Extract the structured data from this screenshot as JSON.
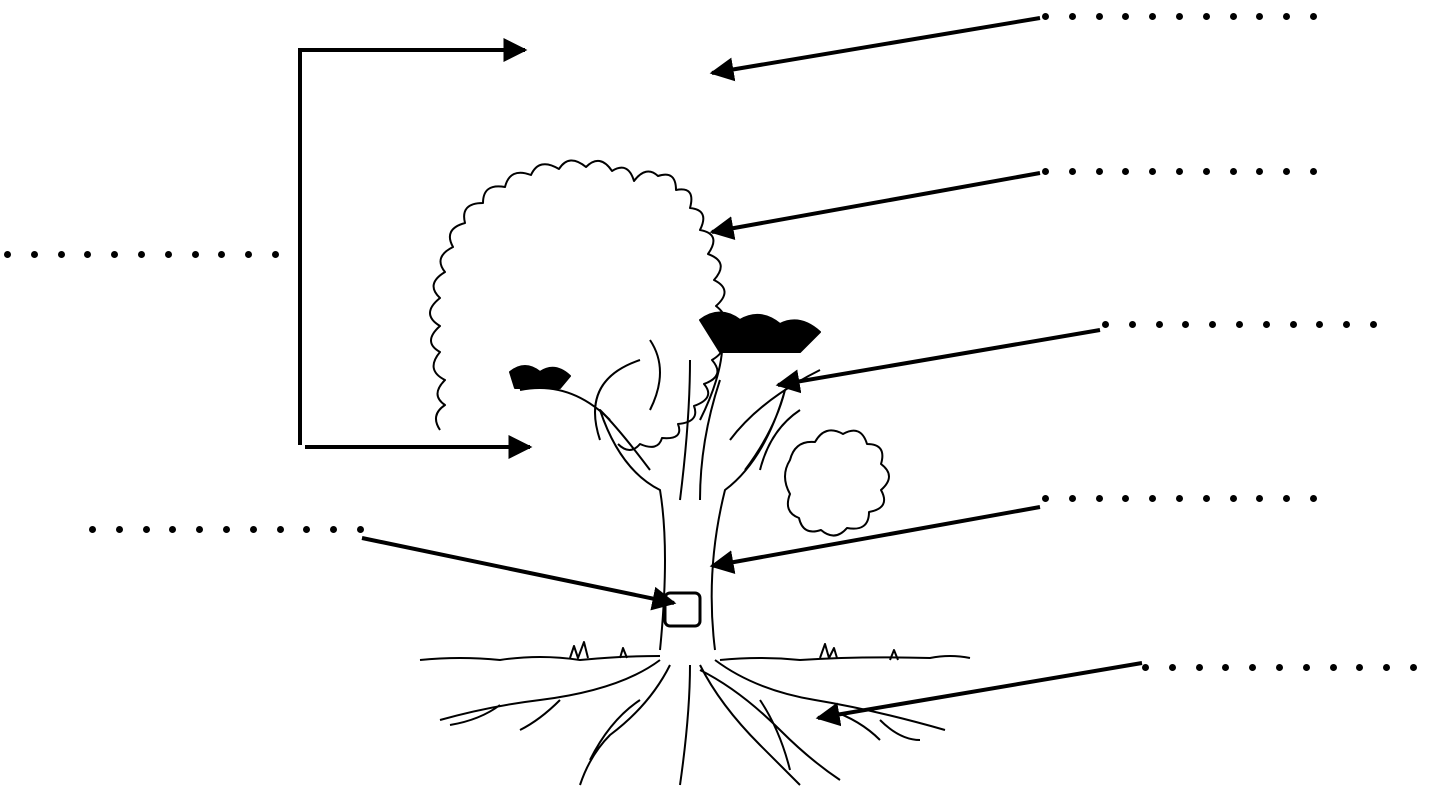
{
  "diagram": {
    "labels": [
      {
        "id": "leaf-top",
        "text": "",
        "blank": true
      },
      {
        "id": "crown",
        "text": "",
        "blank": true
      },
      {
        "id": "branch",
        "text": "",
        "blank": true
      },
      {
        "id": "trunk",
        "text": "",
        "blank": true
      },
      {
        "id": "roots",
        "text": "",
        "blank": true
      },
      {
        "id": "bark-detail",
        "text": "",
        "blank": true
      },
      {
        "id": "crown-bracket",
        "text": "",
        "blank": true
      }
    ],
    "colors": {
      "line": "#000000",
      "background": "#ffffff"
    },
    "icons": [
      "tree-illustration",
      "arrow-icon",
      "bracket-line",
      "detail-box"
    ]
  }
}
